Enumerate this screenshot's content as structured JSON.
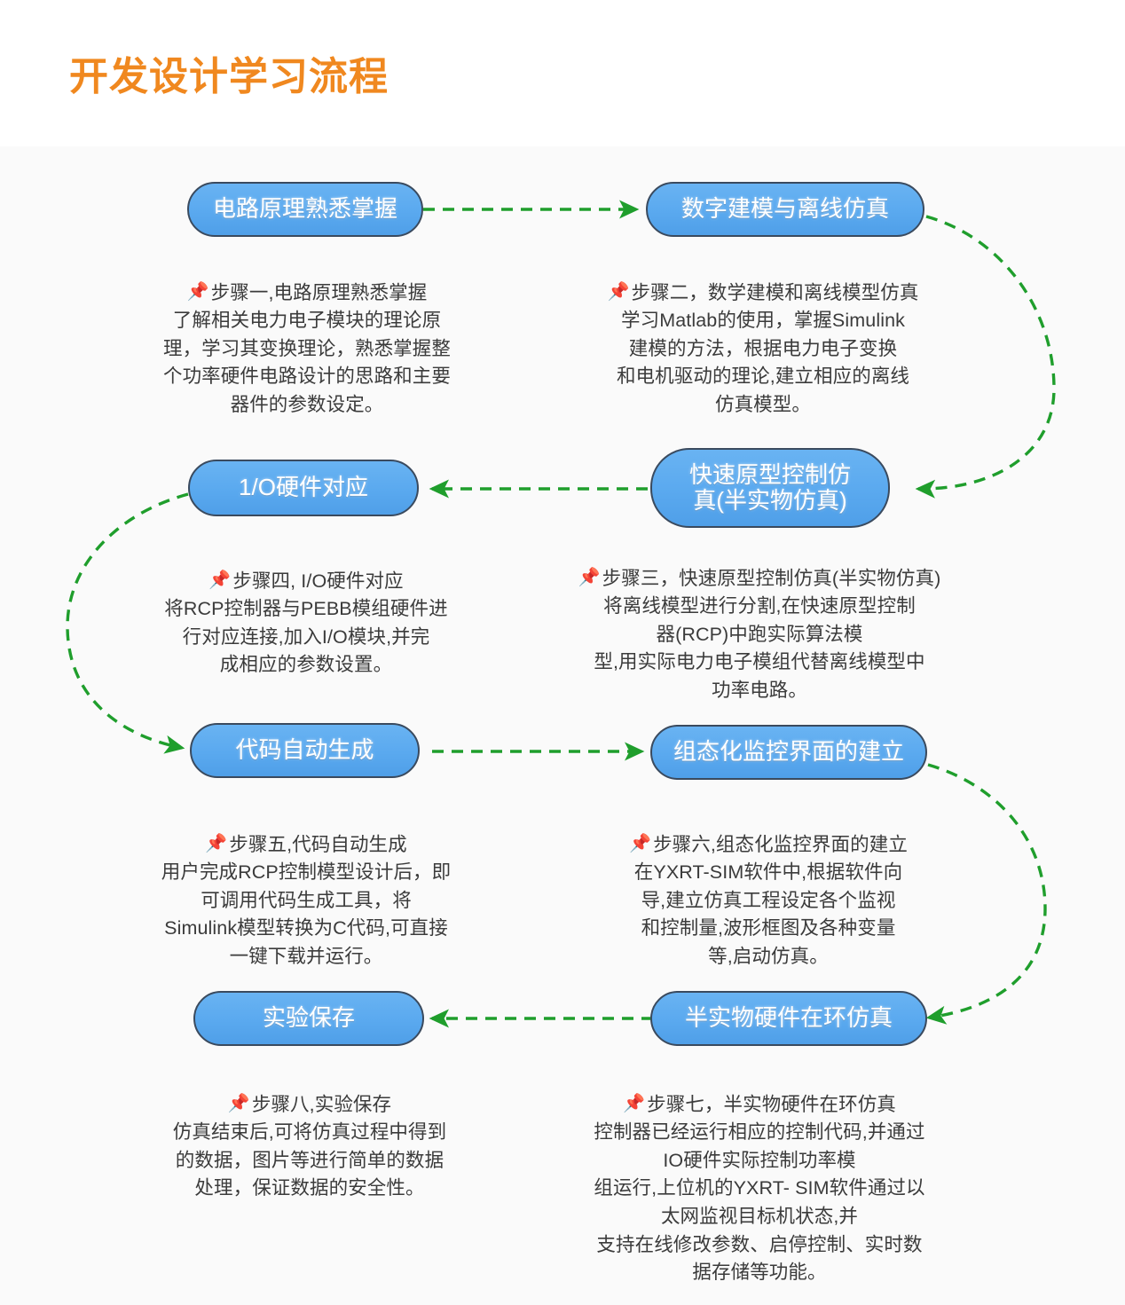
{
  "page": {
    "title": "开发设计学习流程",
    "title_color": "#f0881f",
    "background": "#fafafa",
    "node_fill": "#5aa9ef",
    "node_border": "#3a4a5e",
    "connector_color": "#1f9e2c",
    "pin_icon": "📌"
  },
  "nodes": [
    {
      "id": "step1",
      "label": "电路原理熟悉掌握",
      "step_title": "步骤一,电路原理熟悉掌握",
      "body": "了解相关电力电子模块的理论原\n理，学习其变换理论，熟悉掌握整\n个功率硬件电路设计的思路和主要\n器件的参数设定。"
    },
    {
      "id": "step2",
      "label": "数字建模与离线仿真",
      "step_title": "步骤二，数学建模和离线模型仿真",
      "body": "学习Matlab的使用，掌握Simulink\n建模的方法，根据电力电子变换\n和电机驱动的理论,建立相应的离线\n仿真模型。"
    },
    {
      "id": "step3",
      "label": "快速原型控制仿\n真(半实物仿真)",
      "step_title": "步骤三，快速原型控制仿真(半实物仿真)",
      "body": "将离线模型进行分割,在快速原型控制\n器(RCP)中跑实际算法模\n型,用实际电力电子模组代替离线模型中\n功率电路。"
    },
    {
      "id": "step4",
      "label": "1/O硬件对应",
      "step_title": "步骤四, I/O硬件对应",
      "body": "将RCP控制器与PEBB模组硬件进\n行对应连接,加入I/O模块,并完\n成相应的参数设置。"
    },
    {
      "id": "step5",
      "label": "代码自动生成",
      "step_title": "步骤五,代码自动生成",
      "body": "用户完成RCP控制模型设计后，即\n可调用代码生成工具，将\nSimulink模型转换为C代码,可直接\n一键下载并运行。"
    },
    {
      "id": "step6",
      "label": "组态化监控界面的建立",
      "step_title": "步骤六,组态化监控界面的建立",
      "body": "在YXRT-SIM软件中,根据软件向\n导,建立仿真工程设定各个监视\n和控制量,波形框图及各种变量\n等,启动仿真。"
    },
    {
      "id": "step7",
      "label": "半实物硬件在环仿真",
      "step_title": "步骤七，半实物硬件在环仿真",
      "body": "控制器已经运行相应的控制代码,并通过\nIO硬件实际控制功率模\n组运行,上位机的YXRT- SIM软件通过以\n太网监视目标机状态,并\n支持在线修改参数、启停控制、实时数\n据存储等功能。"
    },
    {
      "id": "step8",
      "label": "实验保存",
      "step_title": "步骤八,实验保存",
      "body": "仿真结束后,可将仿真过程中得到\n的数据，图片等进行简单的数据\n处理，保证数据的安全性。"
    }
  ],
  "edges": [
    {
      "from": "step1",
      "to": "step2",
      "shape": "straight-right"
    },
    {
      "from": "step2",
      "to": "step3",
      "shape": "curve-right"
    },
    {
      "from": "step3",
      "to": "step4",
      "shape": "straight-left"
    },
    {
      "from": "step4",
      "to": "step5",
      "shape": "curve-left"
    },
    {
      "from": "step5",
      "to": "step6",
      "shape": "straight-right"
    },
    {
      "from": "step6",
      "to": "step7",
      "shape": "curve-right"
    },
    {
      "from": "step7",
      "to": "step8",
      "shape": "straight-left"
    }
  ]
}
